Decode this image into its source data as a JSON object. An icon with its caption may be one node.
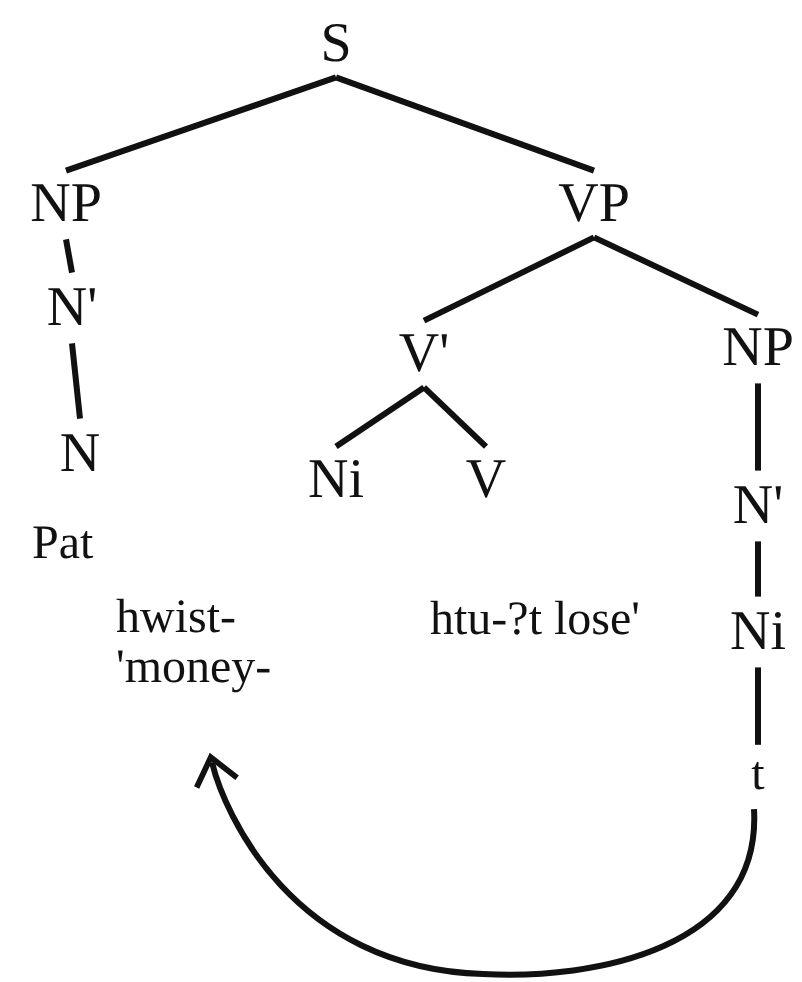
{
  "diagram": {
    "nodes": [
      {
        "text": [
          "S"
        ]
      },
      {
        "text": [
          "NP"
        ]
      },
      {
        "text": [
          "VP"
        ]
      },
      {
        "text": [
          "N'"
        ]
      },
      {
        "text": [
          "N"
        ]
      },
      {
        "text": [
          "V'"
        ]
      },
      {
        "text": [
          "NP"
        ]
      },
      {
        "text": [
          "Ni"
        ]
      },
      {
        "text": [
          "V"
        ]
      },
      {
        "text": [
          "N'"
        ]
      },
      {
        "text": [
          "Ni"
        ]
      },
      {
        "text": [
          "t"
        ]
      },
      {
        "text": [
          "hwist- 'money-"
        ]
      }
    ],
    "edges": [
      {
        "from": 0,
        "to": 1,
        "arrow": "none"
      },
      {
        "from": 0,
        "to": 2,
        "arrow": "none"
      },
      {
        "from": 1,
        "to": 3,
        "arrow": "none"
      },
      {
        "from": 3,
        "to": 4,
        "arrow": "none"
      },
      {
        "from": 2,
        "to": 5,
        "arrow": "none"
      },
      {
        "from": 2,
        "to": 6,
        "arrow": "none"
      },
      {
        "from": 5,
        "to": 7,
        "arrow": "none"
      },
      {
        "from": 5,
        "to": 8,
        "arrow": "none"
      },
      {
        "from": 6,
        "to": 9,
        "arrow": "none"
      },
      {
        "from": 9,
        "to": 10,
        "arrow": "none"
      },
      {
        "from": 10,
        "to": 11,
        "arrow": "none"
      },
      {
        "from": 11,
        "to": 12,
        "arrow": "to"
      }
    ],
    "labels": [
      "Pat",
      "htu-?t lose'"
    ]
  }
}
